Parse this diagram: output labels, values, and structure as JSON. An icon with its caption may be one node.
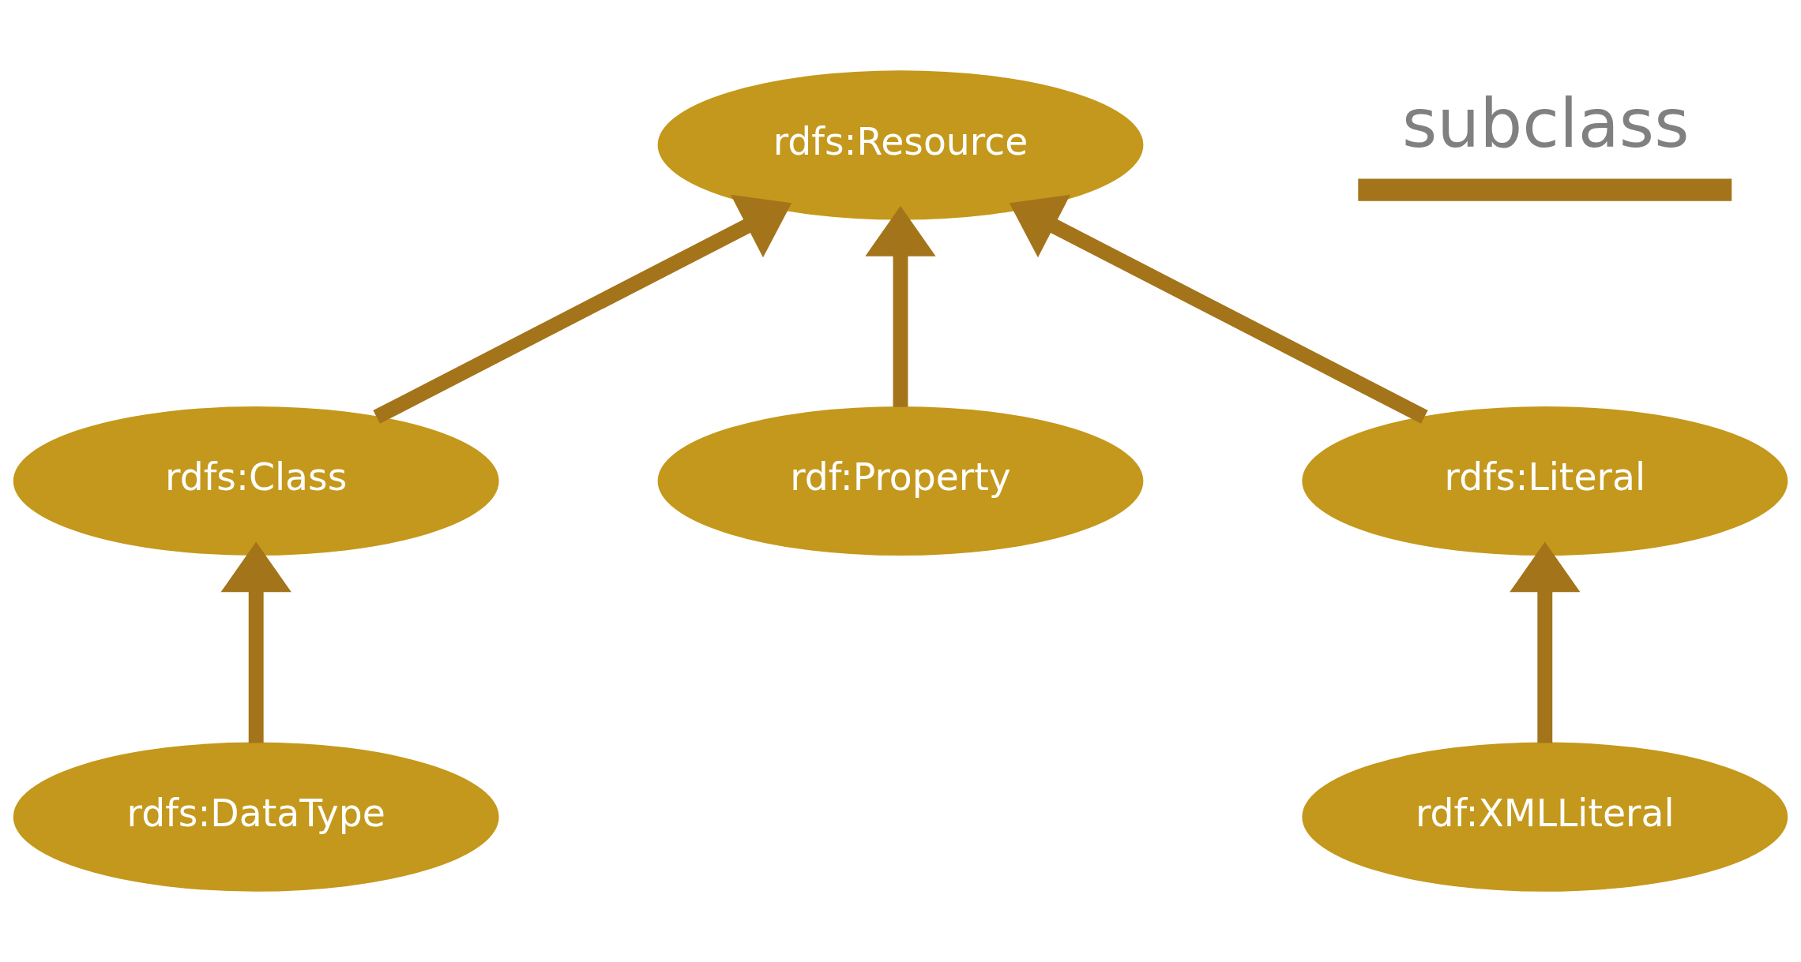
{
  "diagram": {
    "nodes": [
      {
        "text": [
          "rdfs:Resource"
        ]
      },
      {
        "text": [
          "rdfs:Class"
        ]
      },
      {
        "text": [
          "rdf:Property"
        ]
      },
      {
        "text": [
          "rdfs:Literal"
        ]
      },
      {
        "text": [
          "rdfs:DataType"
        ]
      },
      {
        "text": [
          "rdf:XMLLiteral"
        ]
      }
    ],
    "edges": [
      {
        "from": 1,
        "to": 0,
        "arrow": "to"
      },
      {
        "from": 2,
        "to": 0,
        "arrow": "to"
      },
      {
        "from": 3,
        "to": 0,
        "arrow": "to"
      },
      {
        "from": 4,
        "to": 1,
        "arrow": "to"
      },
      {
        "from": 5,
        "to": 3,
        "arrow": "to"
      }
    ],
    "legend": [
      {
        "text": "subclass"
      }
    ]
  }
}
